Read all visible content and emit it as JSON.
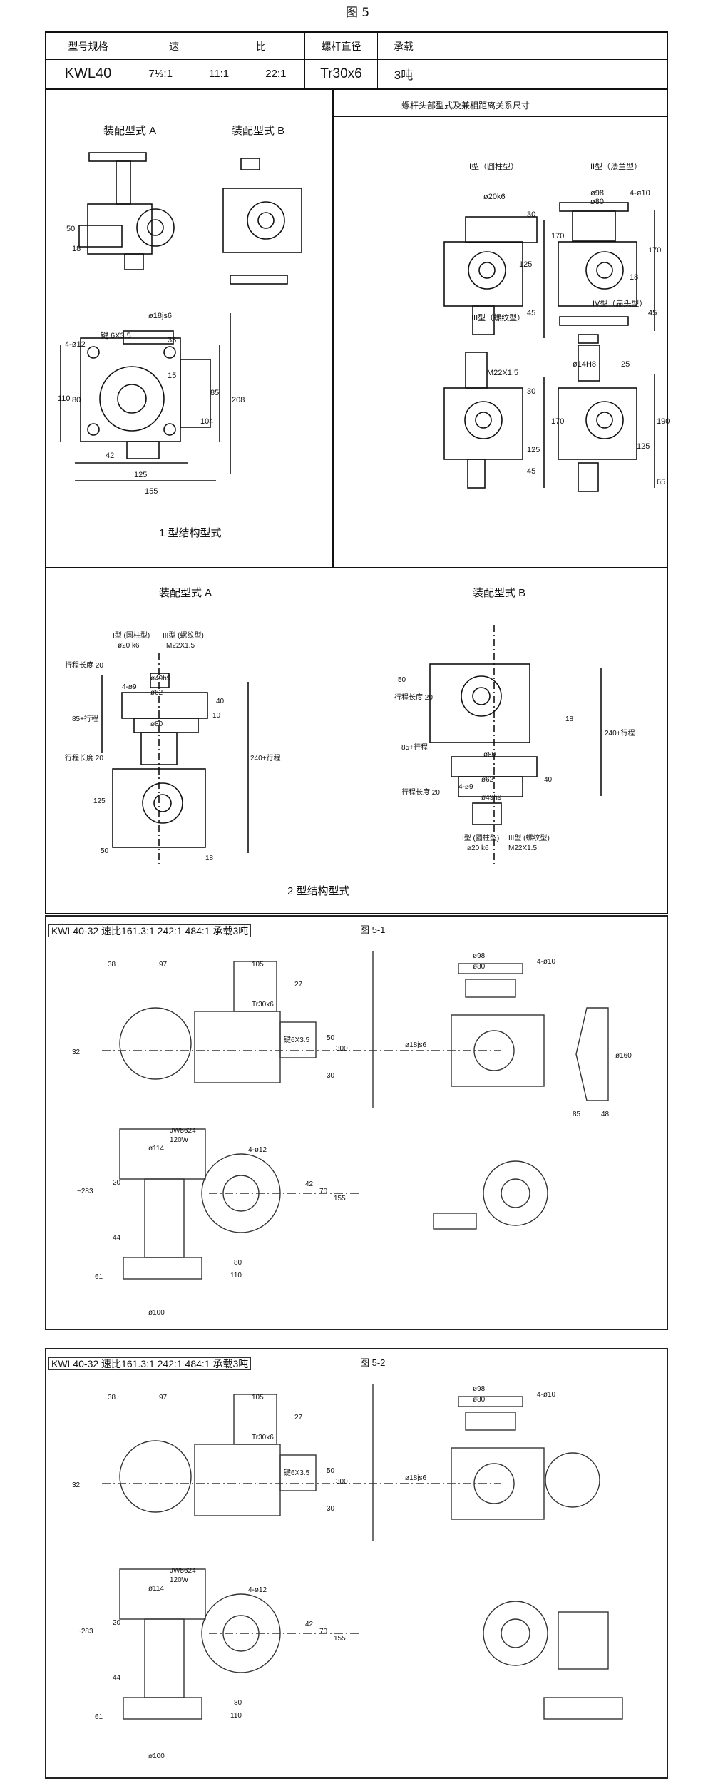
{
  "figure_title": "图 5",
  "table": {
    "headers": [
      "型号规格",
      "速",
      "比",
      "螺杆直径",
      "承载"
    ],
    "model": "KWL40",
    "ratios": [
      "7⅓:1",
      "11:1",
      "22:1"
    ],
    "screw": "Tr30x6",
    "load": "3吨"
  },
  "section1": {
    "asm_a": "装配型式 A",
    "asm_b": "装配型式 B",
    "caption": "1  型结构型式",
    "head_title": "螺杆头部型式及兼相距离关系尺寸",
    "types": [
      "I型（圆柱型）",
      "II型（法兰型）",
      "III型（螺纹型）",
      "IV型（扁头型）"
    ],
    "dims": {
      "d18": "ø18js6",
      "key": "键 6X3.5",
      "holes": "4-ø12",
      "d20": "ø20k6",
      "d98": "ø98",
      "d80": "ø80",
      "h410": "4-ø10",
      "m22": "M22X1.5",
      "d14": "ø14H8",
      "n50": "50",
      "n18": "18",
      "n35": "35",
      "n15": "15",
      "n110": "110",
      "n80": "80",
      "n85": "85",
      "n104": "104",
      "n208": "208",
      "n42": "42",
      "n125": "125",
      "n155": "155",
      "n30": "30",
      "n170": "170",
      "n45": "45",
      "n190": "190",
      "n65": "65",
      "n25": "25"
    }
  },
  "section2": {
    "asm_a": "装配型式 A",
    "asm_b": "装配型式 B",
    "caption": "2  型结构型式",
    "labels": {
      "t1": "I型 (圆柱型)",
      "t3": "III型 (螺纹型)",
      "d20": "ø20 k6",
      "m22": "M22X1.5",
      "stroke": "行程长度 20",
      "h49": "ø49h9",
      "h4": "4-ø9",
      "d62": "ø62",
      "d80": "ø80",
      "n85": "85+行程",
      "n240": "240+行程",
      "n125": "125",
      "n50": "50",
      "n18": "18",
      "n40": "40",
      "n10": "10"
    }
  },
  "panel51": {
    "title": "KWL40-32  速比161.3:1  242:1  484:1  承载3吨",
    "fig": "图 5-1",
    "dims": {
      "n38": "38",
      "n97": "97",
      "n105": "105",
      "n27": "27",
      "tr": "Tr30x6",
      "key": "键6X3.5",
      "n32": "32",
      "n50": "50",
      "n300": "300",
      "n30": "30",
      "d18": "ø18js6",
      "d98": "ø98",
      "d80": "ø80",
      "h410": "4-ø10",
      "d160": "ø160",
      "n85": "85",
      "n48": "48",
      "motor": "JW5624",
      "power": "120W",
      "d114": "ø114",
      "h412": "4-ø12",
      "n283": "~283",
      "n20": "20",
      "n42": "42",
      "n70": "70",
      "n155": "155",
      "n44": "44",
      "n61": "61",
      "n80": "80",
      "n110": "110",
      "d100": "ø100"
    }
  },
  "panel52": {
    "title": "KWL40-32  速比161.3:1  242:1  484:1  承载3吨",
    "fig": "图 5-2"
  }
}
